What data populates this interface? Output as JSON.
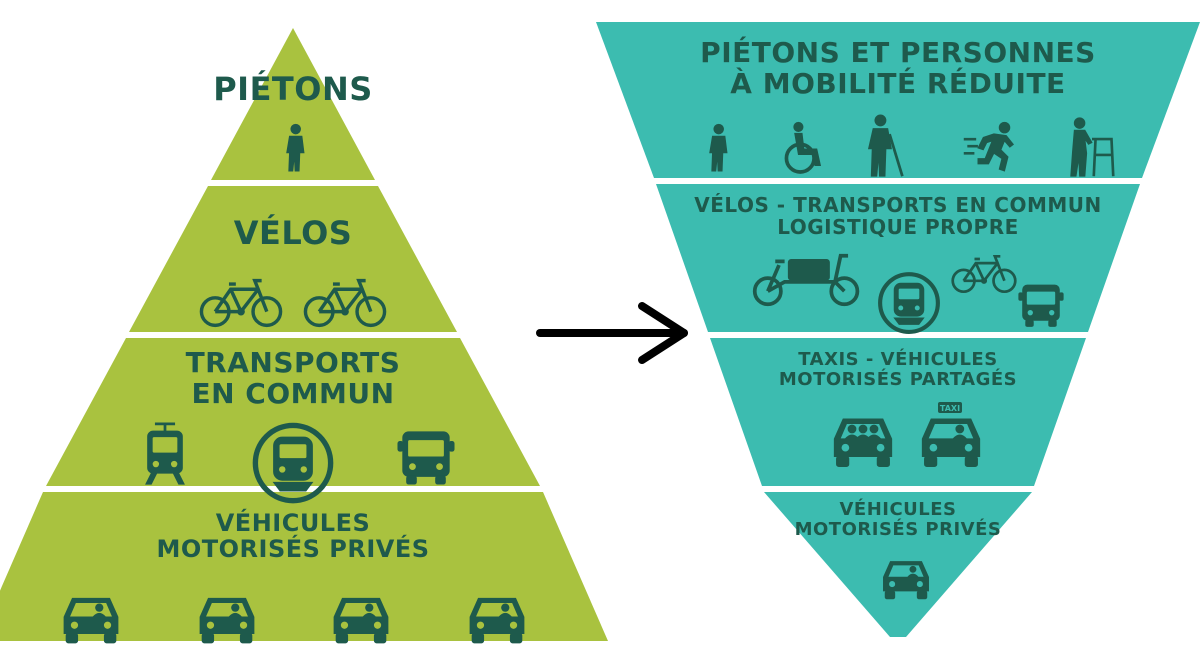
{
  "colors": {
    "left_pyramid": "#a9c23f",
    "right_pyramid": "#3cbcb0",
    "dark_text": "#1e5a4c",
    "arrow": "#000000",
    "background": "#ffffff"
  },
  "left_pyramid": {
    "tier1": {
      "label": "PIÉTONS",
      "icons": [
        "pedestrian-icon"
      ]
    },
    "tier2": {
      "label": "VÉLOS",
      "icons": [
        "bicycle-icon",
        "bicycle-icon"
      ]
    },
    "tier3": {
      "line1": "TRANSPORTS",
      "line2": "EN COMMUN",
      "icons": [
        "tram-icon",
        "metro-icon",
        "bus-icon"
      ]
    },
    "tier4": {
      "line1": "VÉHICULES",
      "line2": "MOTORISÉS PRIVÉS",
      "icons": [
        "car-icon",
        "car-icon",
        "car-icon",
        "car-icon"
      ]
    }
  },
  "arrow": {
    "icon": "right-arrow-icon"
  },
  "right_pyramid": {
    "tier1": {
      "line1": "PIÉTONS ET PERSONNES",
      "line2": "À MOBILITÉ RÉDUITE",
      "icons": [
        "pedestrian-icon",
        "wheelchair-icon",
        "blind-person-icon",
        "runner-icon",
        "walker-elderly-icon"
      ]
    },
    "tier2": {
      "line1": "VÉLOS - TRANSPORTS EN COMMUN",
      "line2": "LOGISTIQUE PROPRE",
      "icons": [
        "cargo-bike-icon",
        "metro-icon",
        "bicycle-icon",
        "bus-icon"
      ]
    },
    "tier3": {
      "line1": "TAXIS - VÉHICULES",
      "line2": "MOTORISÉS PARTAGÉS",
      "taxi_sign": "TAXI",
      "icons": [
        "shared-car-icon",
        "taxi-icon"
      ]
    },
    "tier4": {
      "line1": "VÉHICULES",
      "line2": "MOTORISÉS PRIVÉS",
      "icons": [
        "car-icon"
      ]
    }
  }
}
